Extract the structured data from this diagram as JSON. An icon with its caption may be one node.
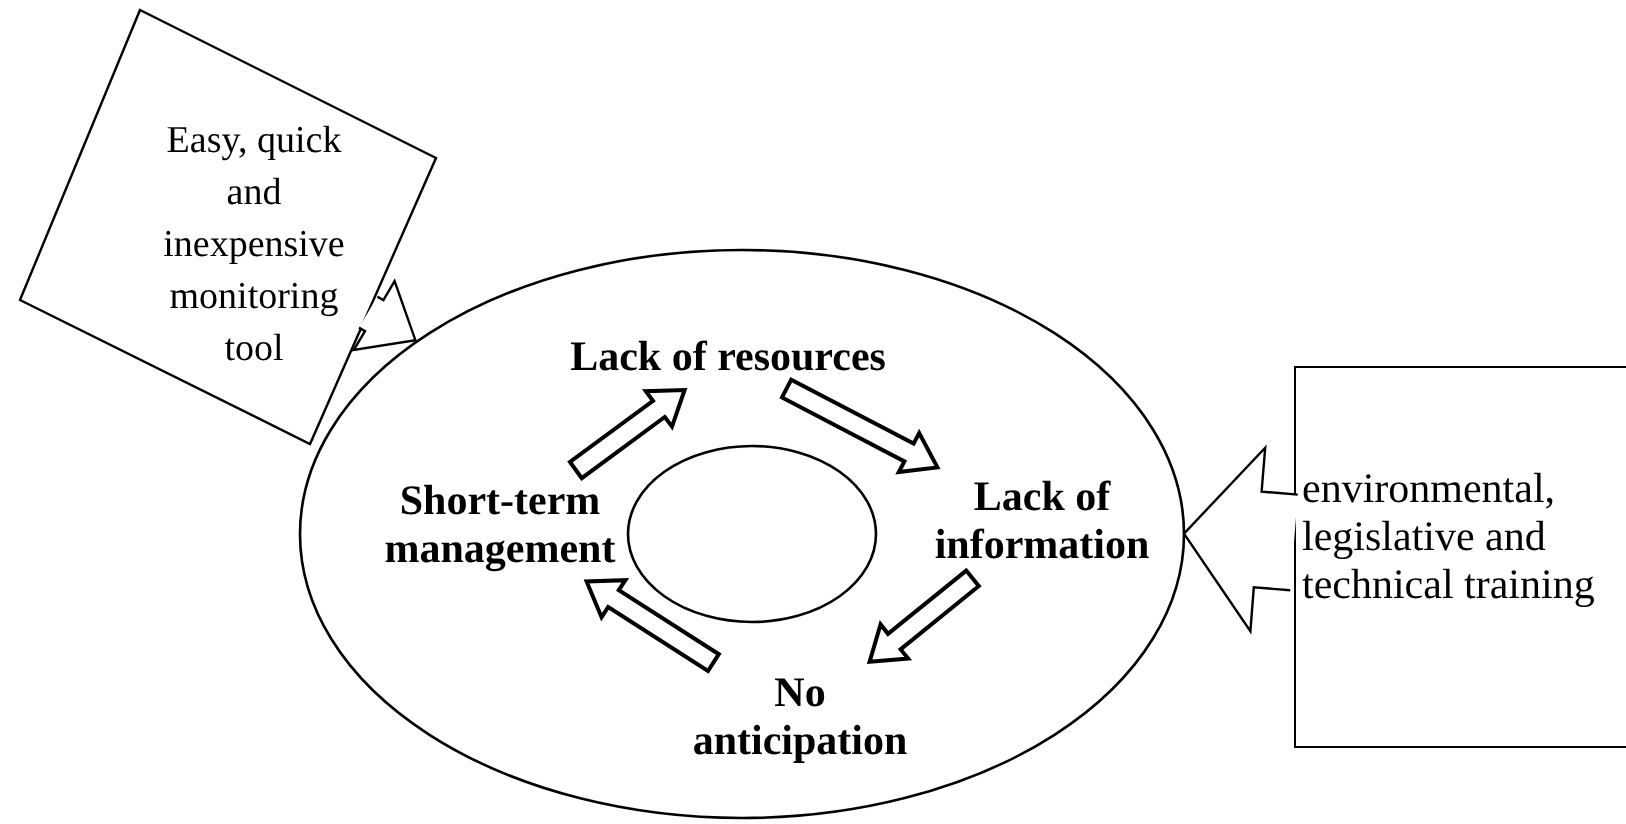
{
  "diagram": {
    "nodes": [
      {
        "text": [],
        "shape": "ring"
      },
      {
        "text": [
          "Lack of resources"
        ],
        "in": 0
      },
      {
        "text": [
          "Lack of information"
        ],
        "in": 0
      },
      {
        "text": [
          "No anticipation"
        ],
        "in": 0
      },
      {
        "text": [
          "Short-term management"
        ],
        "in": 0
      },
      {
        "text": [
          "Easy, quick and inexpensive monitoring tool"
        ]
      },
      {
        "text": [
          "environmental, legislative and technical training"
        ]
      }
    ],
    "edges": [
      {
        "from": 1,
        "to": 2,
        "arrow": "to"
      },
      {
        "from": 2,
        "to": 3,
        "arrow": "to"
      },
      {
        "from": 3,
        "to": 4,
        "arrow": "to"
      },
      {
        "from": 4,
        "to": 1,
        "arrow": "to"
      },
      {
        "from": 5,
        "to": 0,
        "arrow": "to"
      },
      {
        "from": 6,
        "to": 2,
        "arrow": "to"
      }
    ]
  }
}
